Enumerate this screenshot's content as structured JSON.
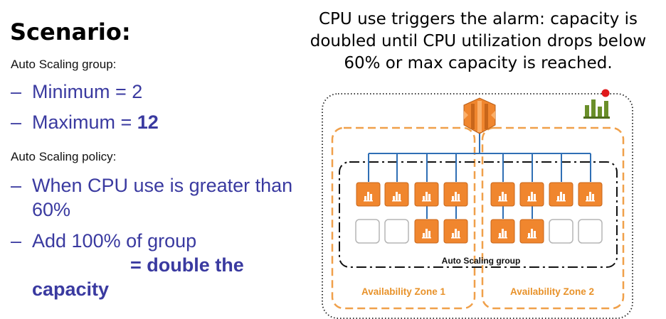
{
  "left": {
    "title": "Scenario:",
    "group_heading": "Auto Scaling group:",
    "minimum": {
      "label": "Minimum = ",
      "value": "2"
    },
    "maximum": {
      "label": "Maximum = ",
      "value": "12"
    },
    "policy_heading": "Auto Scaling policy:",
    "policy_condition_line1": "When CPU use is greater than",
    "policy_condition_line2": "60%",
    "policy_action_line1": "Add 100% of group",
    "policy_action_line2": "= double the",
    "policy_action_line3": "capacity",
    "dash": "–"
  },
  "caption": {
    "line1": "CPU use triggers the alarm: capacity is",
    "line2": "doubled until CPU utilization drops below",
    "line3": "60% or max capacity is reached."
  },
  "diagram": {
    "group_label": "Auto Scaling group",
    "zone1_label": "Availability Zone 1",
    "zone2_label": "Availability Zone 2",
    "colors": {
      "instance": "#f0862e",
      "zone_border": "#f0a04a",
      "zone_label": "#e8922a",
      "connector": "#2f6fb5",
      "alarm_dot": "#e0191b",
      "cloudwatch": "#6a8f2a",
      "empty_slot_border": "#b5b5b5"
    },
    "icons": [
      "auto-scaling-icon",
      "cloudwatch-icon",
      "alarm-dot-icon",
      "instance-icon",
      "empty-slot-icon"
    ]
  }
}
